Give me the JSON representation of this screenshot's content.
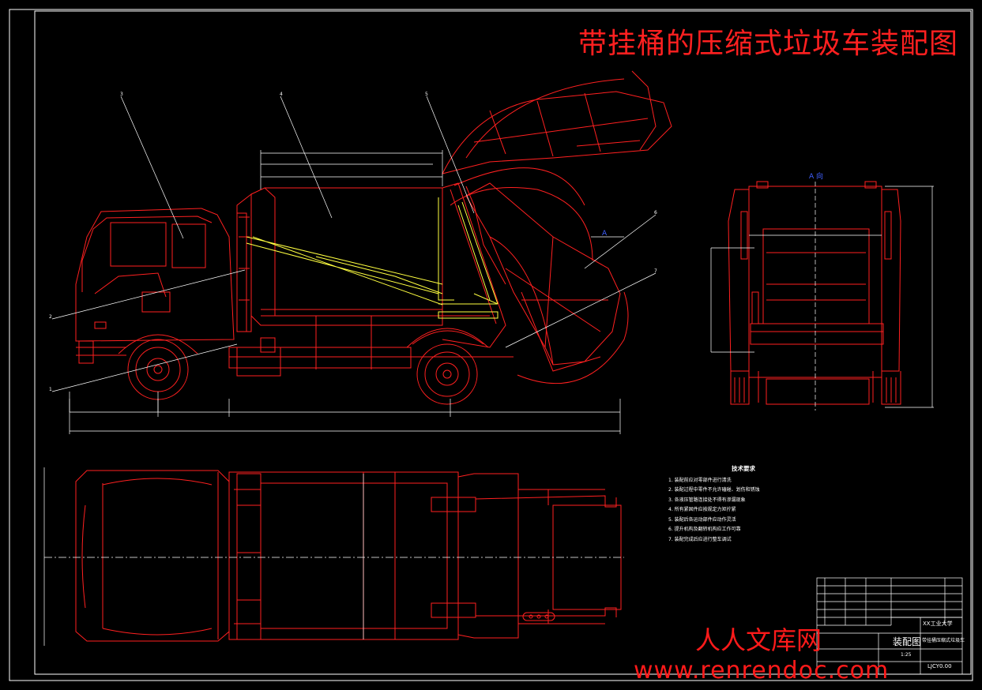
{
  "drawing": {
    "title": "带挂桶的压缩式垃圾车装配图",
    "view_label": "A 向",
    "section_marker": "A",
    "part_numbers": [
      "1",
      "2",
      "3",
      "4",
      "5",
      "6",
      "7"
    ]
  },
  "tech_notes": {
    "heading": "技术要求",
    "lines": [
      "1. 装配前应对零部件进行清洗",
      "2. 装配过程中零件不允许磕碰、划伤和锈蚀",
      "3. 各液压管路连接处不得有渗漏现象",
      "4. 所有紧固件应按规定力矩拧紧",
      "5. 装配后各运动部件应动作灵活",
      "6. 提升机构及翻转机构应工作可靠",
      "7. 装配完成后应进行整车调试"
    ]
  },
  "title_block": {
    "drawing_type": "装配图",
    "school": "XX工业大学",
    "product": "带挂桶压缩式垃圾车",
    "drawing_no": "LJCY0.00",
    "scale": "1:25"
  },
  "watermark": {
    "cn": "人人文库网",
    "url": "www.renrendoc.com"
  },
  "colors": {
    "background": "#000000",
    "outline": "#ff2020",
    "white": "#ffffff",
    "yellow": "#ffff40",
    "blue": "#4060ff"
  }
}
